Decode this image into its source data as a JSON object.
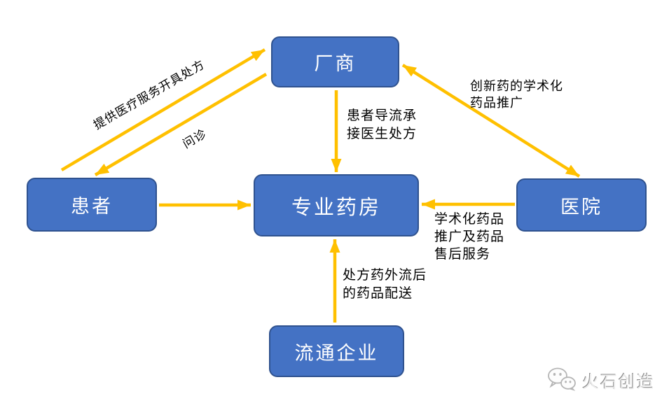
{
  "colors": {
    "node_fill": "#4472C4",
    "node_border": "#2F528F",
    "node_text": "#FFFFFF",
    "arrow": "#FFC000",
    "label_text": "#000000",
    "watermark": "#BDBDBD"
  },
  "diagram": {
    "nodes": {
      "manufacturer": "厂商",
      "patient": "患者",
      "pharmacy": "专业药房",
      "hospital": "医院",
      "distributor": "流通企业"
    },
    "edge_labels": {
      "prescribe": "提供医疗服务开具处方",
      "consult": "问诊",
      "divert": "患者导流承\n接医生处方",
      "promotion": "创新药的学术化\n药品推广",
      "academic": "学术化药品\n推广及药品\n售后服务",
      "delivery": "处方药外流后\n的药品配送"
    },
    "edges": [
      {
        "from": "患者",
        "to": "厂商",
        "label": "提供医疗服务开具处方",
        "direction": "one-way"
      },
      {
        "from": "厂商",
        "to": "患者",
        "label": "问诊",
        "direction": "one-way"
      },
      {
        "from": "厂商",
        "to": "专业药房",
        "label": "患者导流承接医生处方",
        "direction": "one-way"
      },
      {
        "from": "厂商",
        "to": "医院",
        "label": "创新药的学术化药品推广",
        "direction": "two-way"
      },
      {
        "from": "患者",
        "to": "专业药房",
        "label": "",
        "direction": "one-way"
      },
      {
        "from": "医院",
        "to": "专业药房",
        "label": "学术化药品推广及药品售后服务",
        "direction": "one-way"
      },
      {
        "from": "流通企业",
        "to": "专业药房",
        "label": "处方药外流后的药品配送",
        "direction": "one-way"
      }
    ]
  },
  "watermark": {
    "brand": "火石创造"
  }
}
